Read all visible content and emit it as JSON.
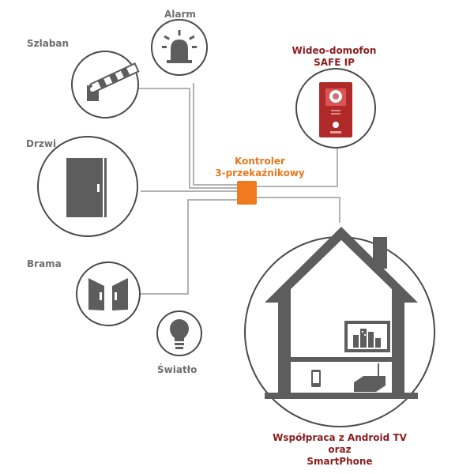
{
  "devices": {
    "alarm": "Alarm",
    "barrier": "Szlaban",
    "door": "Drzwi",
    "gate": "Brama",
    "light": "Światło"
  },
  "intercom": {
    "line1": "Wideo-domofon",
    "line2": "SAFE IP"
  },
  "controller": {
    "line1": "Kontroler",
    "line2": "3-przekaźnikowy"
  },
  "house": {
    "line1": "Współpraca z Android TV",
    "line2": "oraz",
    "line3": "SmartPhone"
  },
  "colors": {
    "circle_stroke": "#4a4a4a",
    "icon_grey": "#5d5d5d",
    "line_grey": "#9a9a9a",
    "controller_orange": "#f07a20",
    "intercom_red": "#b02a2a",
    "label_red": "#8b1d1d",
    "label_orange": "#e8781e"
  }
}
